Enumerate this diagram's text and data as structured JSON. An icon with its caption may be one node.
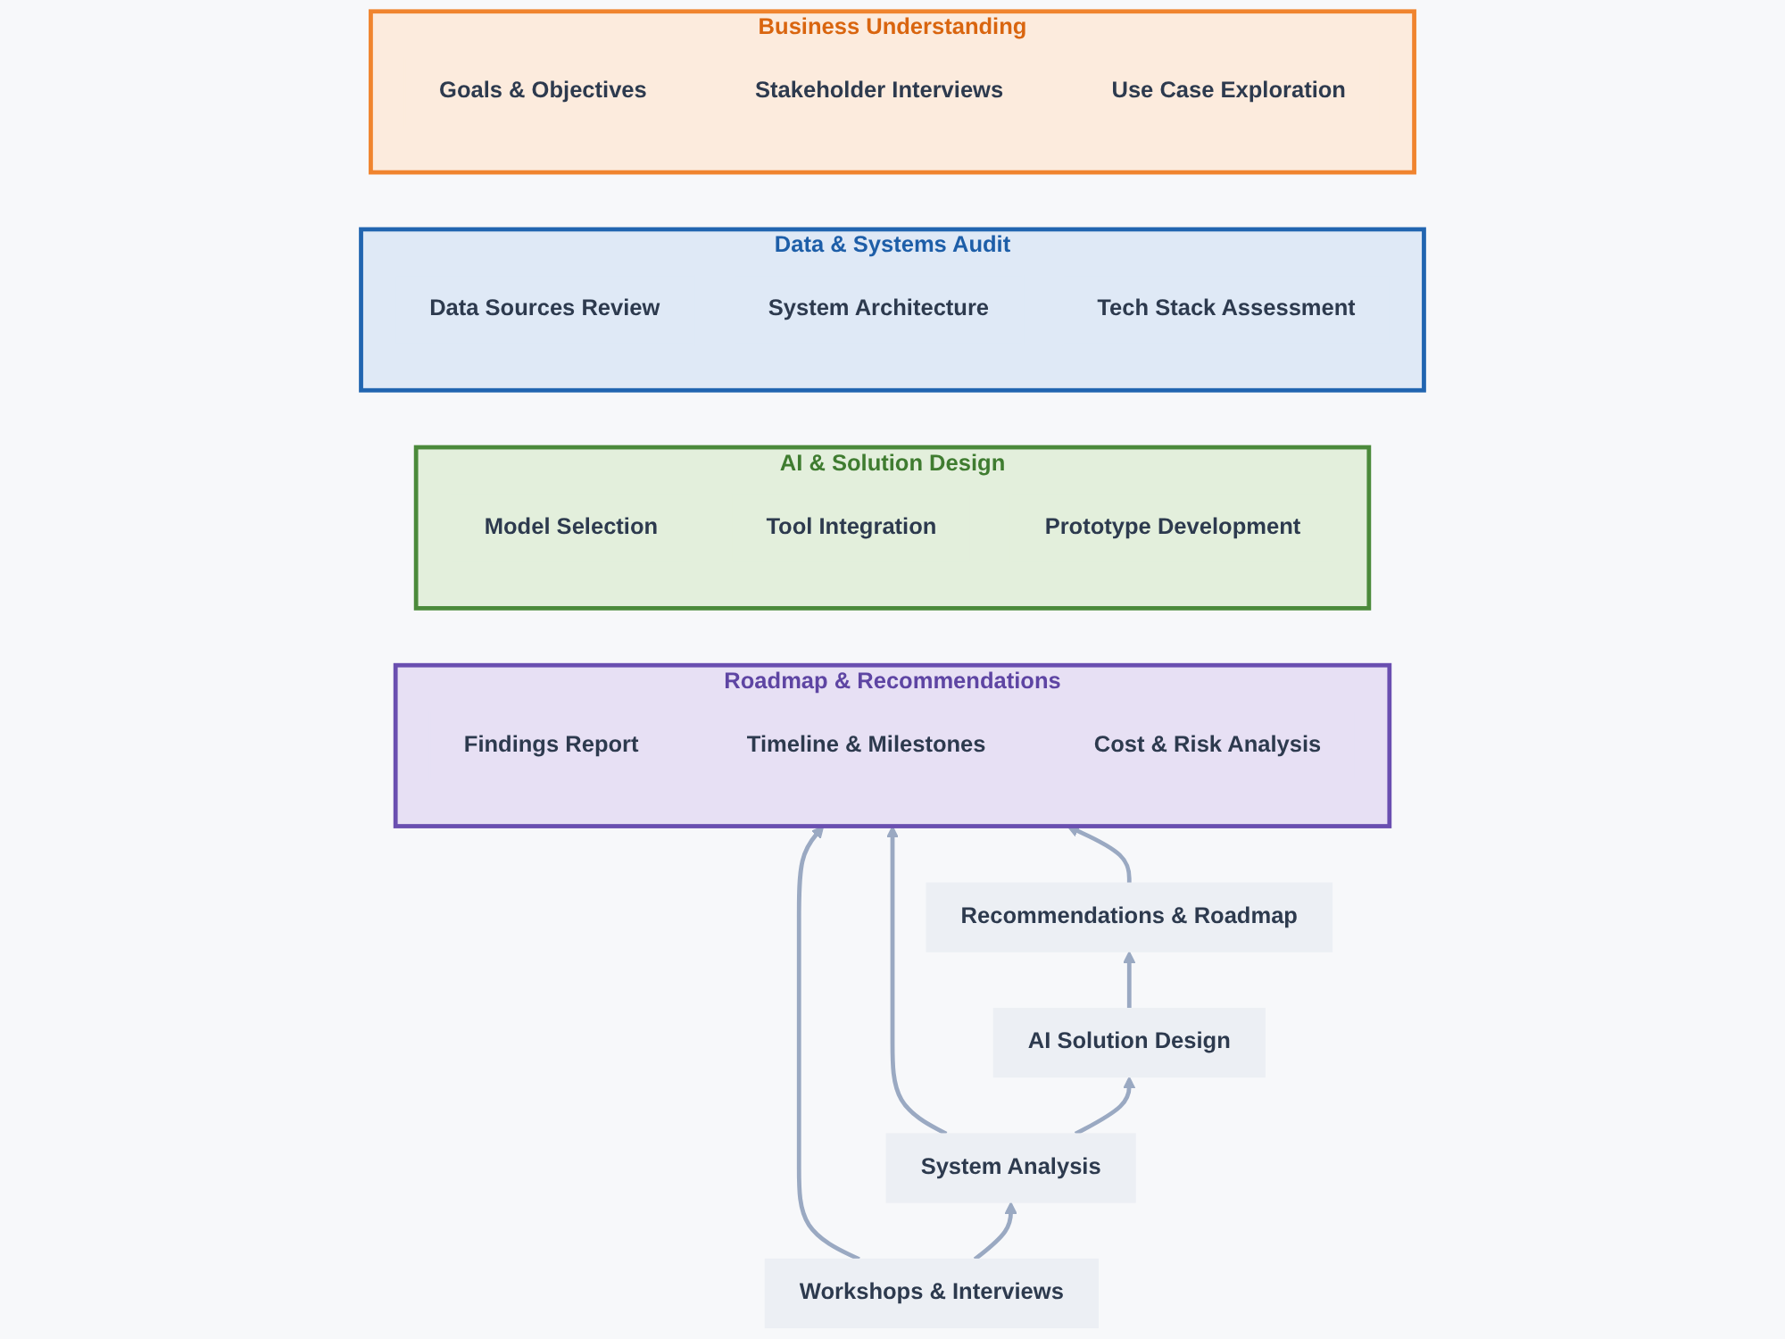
{
  "diagram": {
    "nodes": [
      {
        "text": [
          "Business Understanding"
        ]
      },
      {
        "text": [
          "Goals & Objectives"
        ],
        "in": 0
      },
      {
        "text": [
          "Stakeholder Interviews"
        ],
        "in": 0
      },
      {
        "text": [
          "Use Case Exploration"
        ],
        "in": 0
      },
      {
        "text": [
          "Data & Systems Audit"
        ]
      },
      {
        "text": [
          "Data Sources Review"
        ],
        "in": 4
      },
      {
        "text": [
          "System Architecture"
        ],
        "in": 4
      },
      {
        "text": [
          "Tech Stack Assessment"
        ],
        "in": 4
      },
      {
        "text": [
          "AI & Solution Design"
        ]
      },
      {
        "text": [
          "Model Selection"
        ],
        "in": 8
      },
      {
        "text": [
          "Tool Integration"
        ],
        "in": 8
      },
      {
        "text": [
          "Prototype Development"
        ],
        "in": 8
      },
      {
        "text": [
          "Roadmap & Recommendations"
        ]
      },
      {
        "text": [
          "Findings Report"
        ],
        "in": 12
      },
      {
        "text": [
          "Timeline & Milestones"
        ],
        "in": 12
      },
      {
        "text": [
          "Cost & Risk Analysis"
        ],
        "in": 12
      },
      {
        "text": [
          "Workshops & Interviews"
        ]
      },
      {
        "text": [
          "System Analysis"
        ]
      },
      {
        "text": [
          "AI Solution Design"
        ]
      },
      {
        "text": [
          "Recommendations & Roadmap"
        ]
      }
    ],
    "edges": [
      {
        "from": 16,
        "to": 17,
        "arrow": "to"
      },
      {
        "from": 17,
        "to": 18,
        "arrow": "to"
      },
      {
        "from": 18,
        "to": 19,
        "arrow": "to"
      },
      {
        "from": 16,
        "to": 12,
        "arrow": "to"
      },
      {
        "from": 17,
        "to": 12,
        "arrow": "to"
      },
      {
        "from": 19,
        "to": 12,
        "arrow": "to"
      }
    ]
  }
}
